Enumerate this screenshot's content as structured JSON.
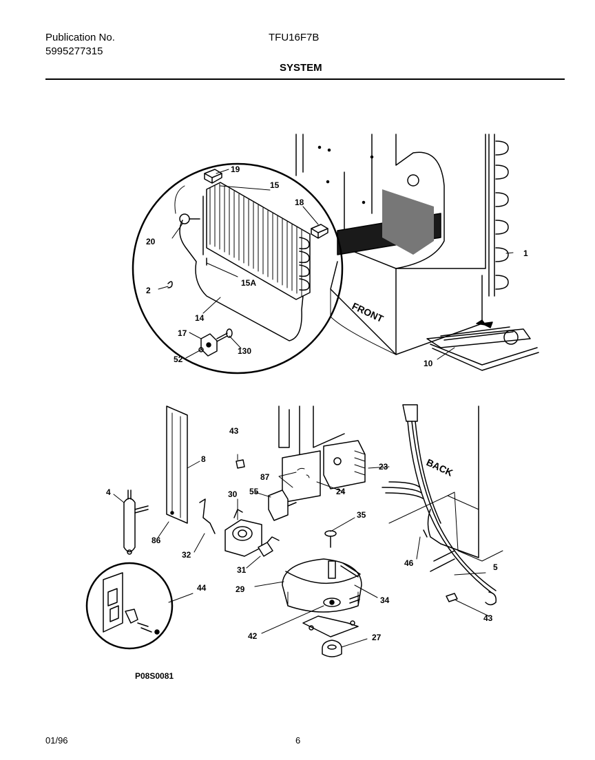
{
  "header": {
    "publication_label": "Publication No.",
    "publication_number": "5995277315",
    "model": "TFU16F7B",
    "section_title": "SYSTEM"
  },
  "footer": {
    "date": "01/96",
    "page": "6"
  },
  "diagram": {
    "figure_id": "P08S0081",
    "side_labels": {
      "front": "FRONT",
      "back": "BACK"
    },
    "callouts": {
      "c19": "19",
      "c15": "15",
      "c18": "18",
      "c20": "20",
      "c15a": "15A",
      "c2": "2",
      "c14": "14",
      "c17": "17",
      "c130": "130",
      "c52": "52",
      "c1": "1",
      "c10": "10",
      "c43a": "43",
      "c8": "8",
      "c87": "87",
      "c23": "23",
      "c24": "24",
      "c55": "55",
      "c30": "30",
      "c4": "4",
      "c86": "86",
      "c32": "32",
      "c35": "35",
      "c31": "31",
      "c29": "29",
      "c34": "34",
      "c46": "46",
      "c5": "5",
      "c44": "44",
      "c42": "42",
      "c27": "27",
      "c43b": "43"
    }
  }
}
